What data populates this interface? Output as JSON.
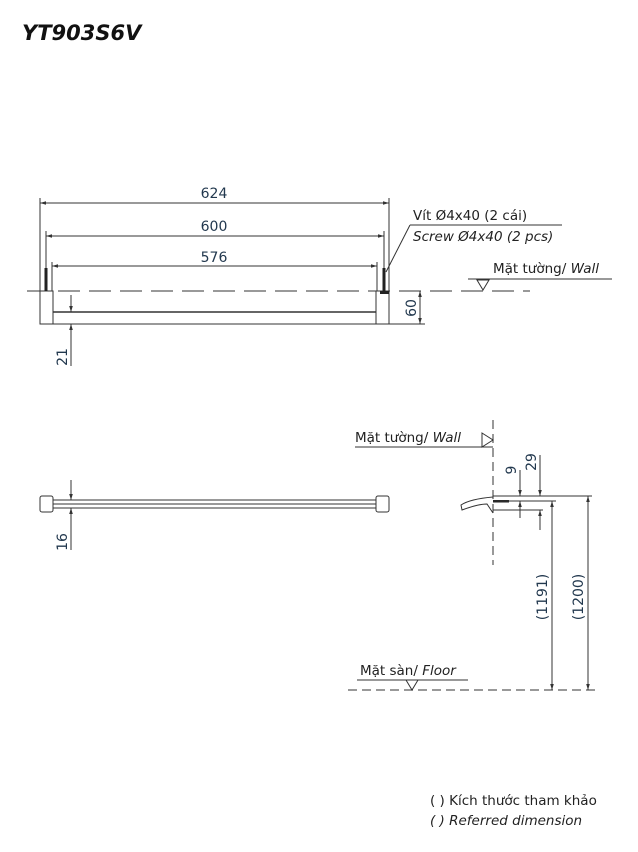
{
  "title": "YT903S6V",
  "top_view": {
    "dim_overall": "624",
    "dim_mount": "600",
    "dim_inner": "576",
    "dim_depth": "60",
    "dim_bar": "21",
    "screw_label_vi": "Vít Ø4x40 (2 cái)",
    "screw_label_en": "Screw Ø4x40 (2 pcs)",
    "wall_label_vi": "Mặt tường/ ",
    "wall_label_en": "Wall"
  },
  "front_view": {
    "dim_height": "16"
  },
  "side_view": {
    "wall_label_vi": "Mặt tường/ ",
    "wall_label_en": "Wall",
    "dim_a": "9",
    "dim_b": "29",
    "dim_c": "(1191)",
    "dim_d": "(1200)",
    "floor_label_vi": "Mặt sàn/ ",
    "floor_label_en": "Floor"
  },
  "notes": {
    "vi": "( ) Kích thước tham khảo",
    "en": "( ) Referred dimension"
  }
}
